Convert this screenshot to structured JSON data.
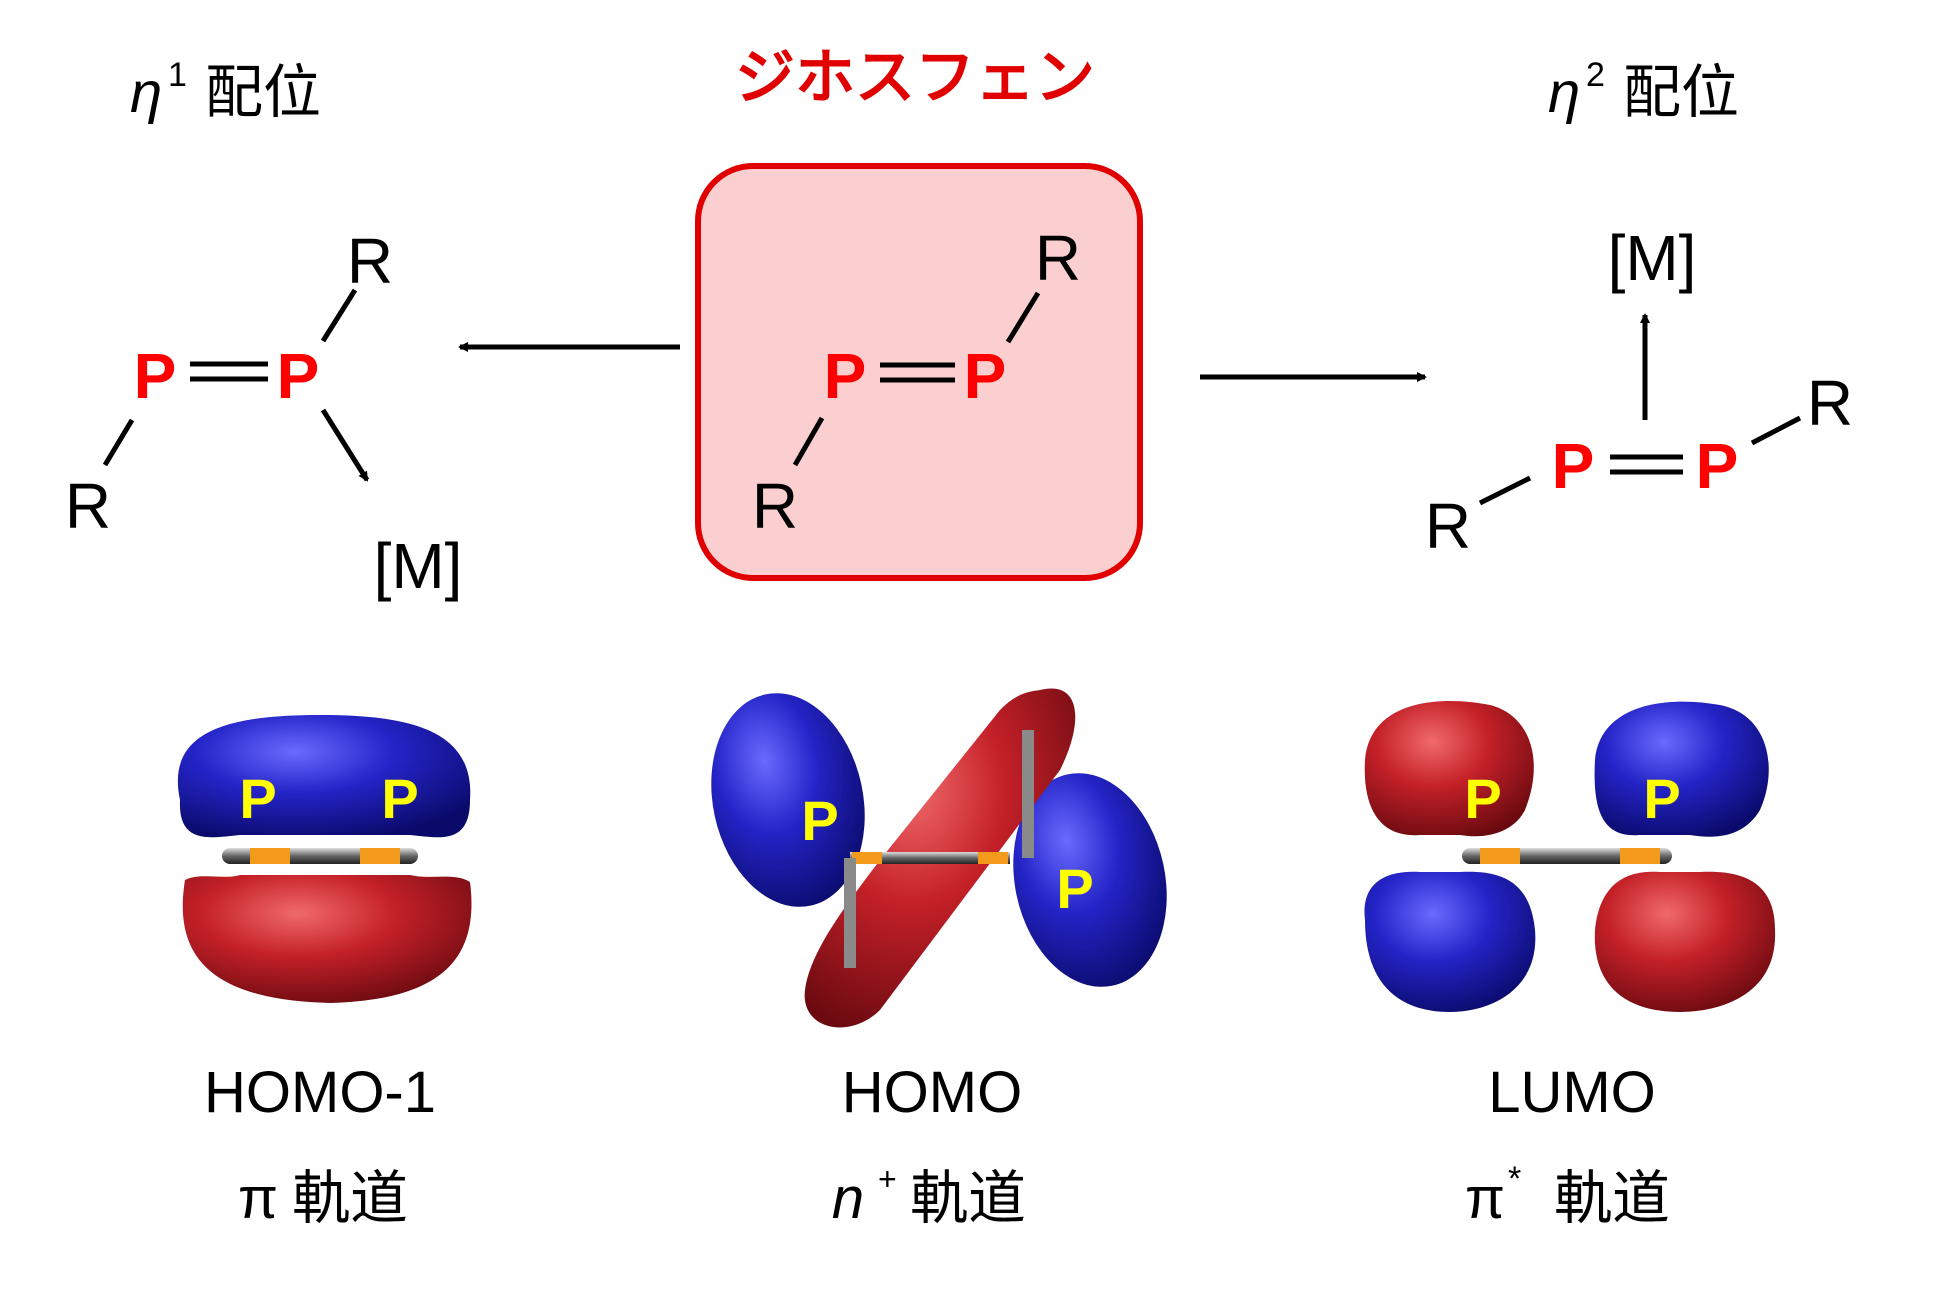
{
  "header": {
    "left_label": "配位",
    "left_eta": "η",
    "left_sup": "1",
    "center_title": "ジホスフェン",
    "right_label": "配位",
    "right_eta": "η",
    "right_sup": "2"
  },
  "structures": {
    "atom_p": "P",
    "substituent_r": "R",
    "metal": "[M]"
  },
  "orbitals": [
    {
      "name": "HOMO-1",
      "type_symbol": "π",
      "type_sup": "",
      "type_word": "軌道",
      "lobe_top": "#2020c8",
      "lobe_bottom": "#c8202a"
    },
    {
      "name": "HOMO",
      "type_symbol": "n",
      "type_sup": "+",
      "type_word": "軌道",
      "lobe_top": "#2020c8",
      "lobe_bottom": "#c8202a"
    },
    {
      "name": "LUMO",
      "type_symbol": "π",
      "type_sup": "*",
      "type_word": "軌道",
      "lobe_top": "#2020c8",
      "lobe_bottom": "#c8202a"
    }
  ],
  "colors": {
    "phosphorus": "#ff0000",
    "highlight_border": "#e00000",
    "highlight_fill": "#fbcfcf",
    "orbital_p_label": "#ffff00"
  }
}
